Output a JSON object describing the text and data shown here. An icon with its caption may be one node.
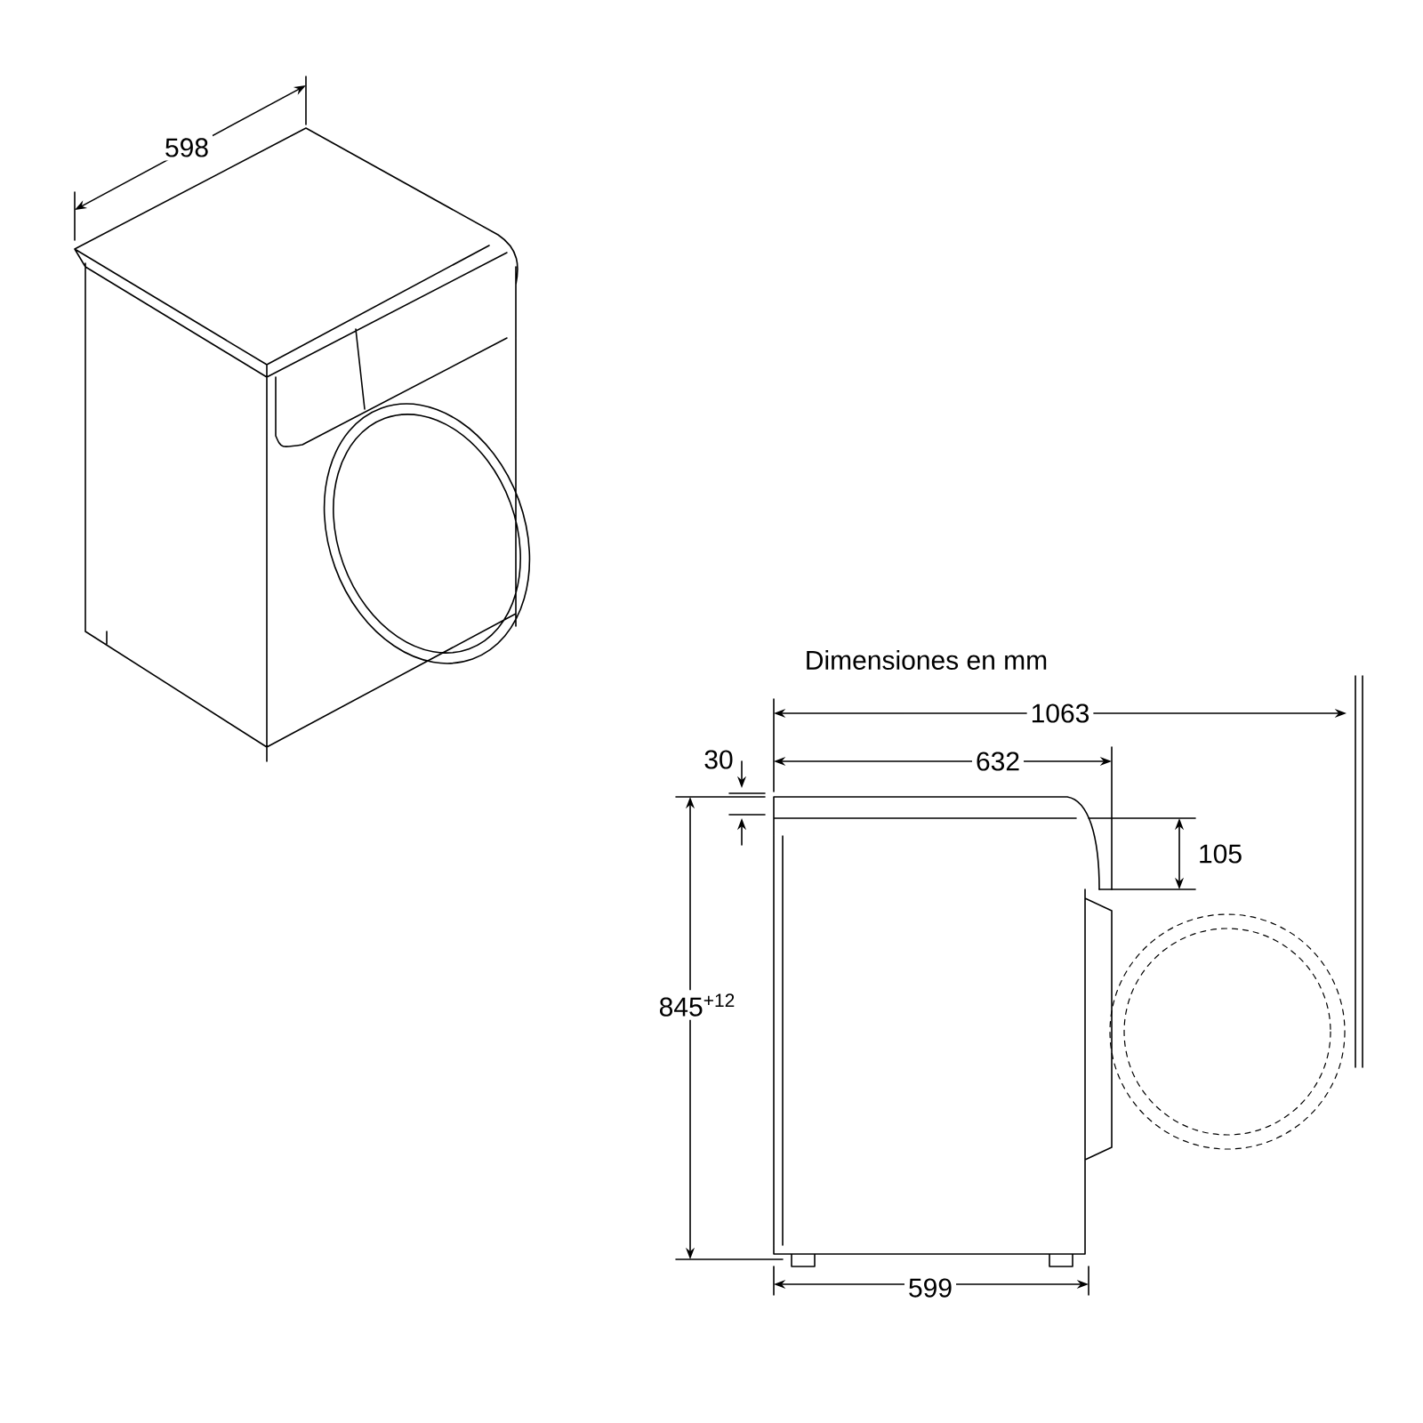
{
  "diagram": {
    "labels": [
      "598",
      "Dimensiones en mm",
      "1063",
      "30",
      "632",
      "105",
      "845$^{+12}$",
      "599"
    ]
  }
}
